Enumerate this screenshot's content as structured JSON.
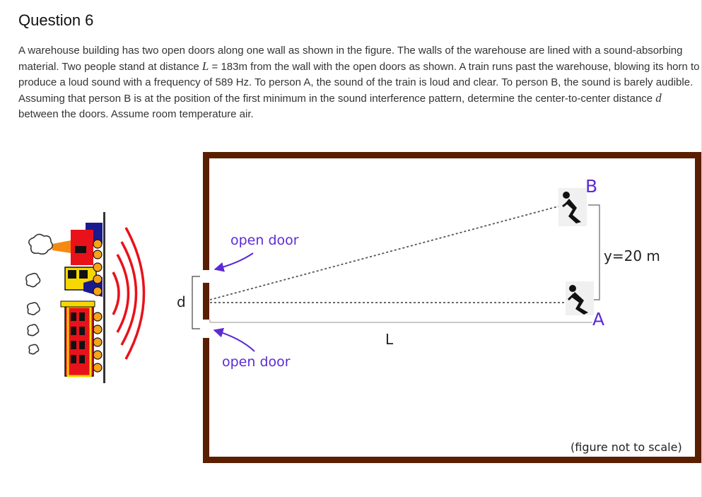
{
  "question": {
    "title": "Question 6",
    "text_1": "A warehouse building has two open doors along one wall as shown in the figure. The walls of the warehouse are lined with a sound-absorbing material. Two people stand at distance ",
    "var_L": "L",
    "eq": " = ",
    "L_value": "183m",
    "text_2": " from the wall with the open doors as shown. A train runs past the warehouse, blowing its horn to produce a loud sound with a frequency of 589 Hz. To person A, the sound of the train is loud and clear. To person B, the sound is barely audible. Assuming that person B is at the position of the first minimum in the sound interference pattern, determine the center-to-center distance ",
    "var_d": "d",
    "text_3": " between the doors. Assume room temperature air."
  },
  "figure": {
    "label_open_door_top": "open door",
    "label_open_door_bottom": "open door",
    "label_d": "d",
    "label_L": "L",
    "label_y": "y=20 m",
    "label_A": "A",
    "label_B": "B",
    "note": "(figure not to scale)",
    "colors": {
      "wall": "#5a1e00",
      "label_purple": "#5b2bd6",
      "wave_red": "#e8121b",
      "train_red": "#e8121b",
      "train_yellow": "#f6d800"
    }
  }
}
